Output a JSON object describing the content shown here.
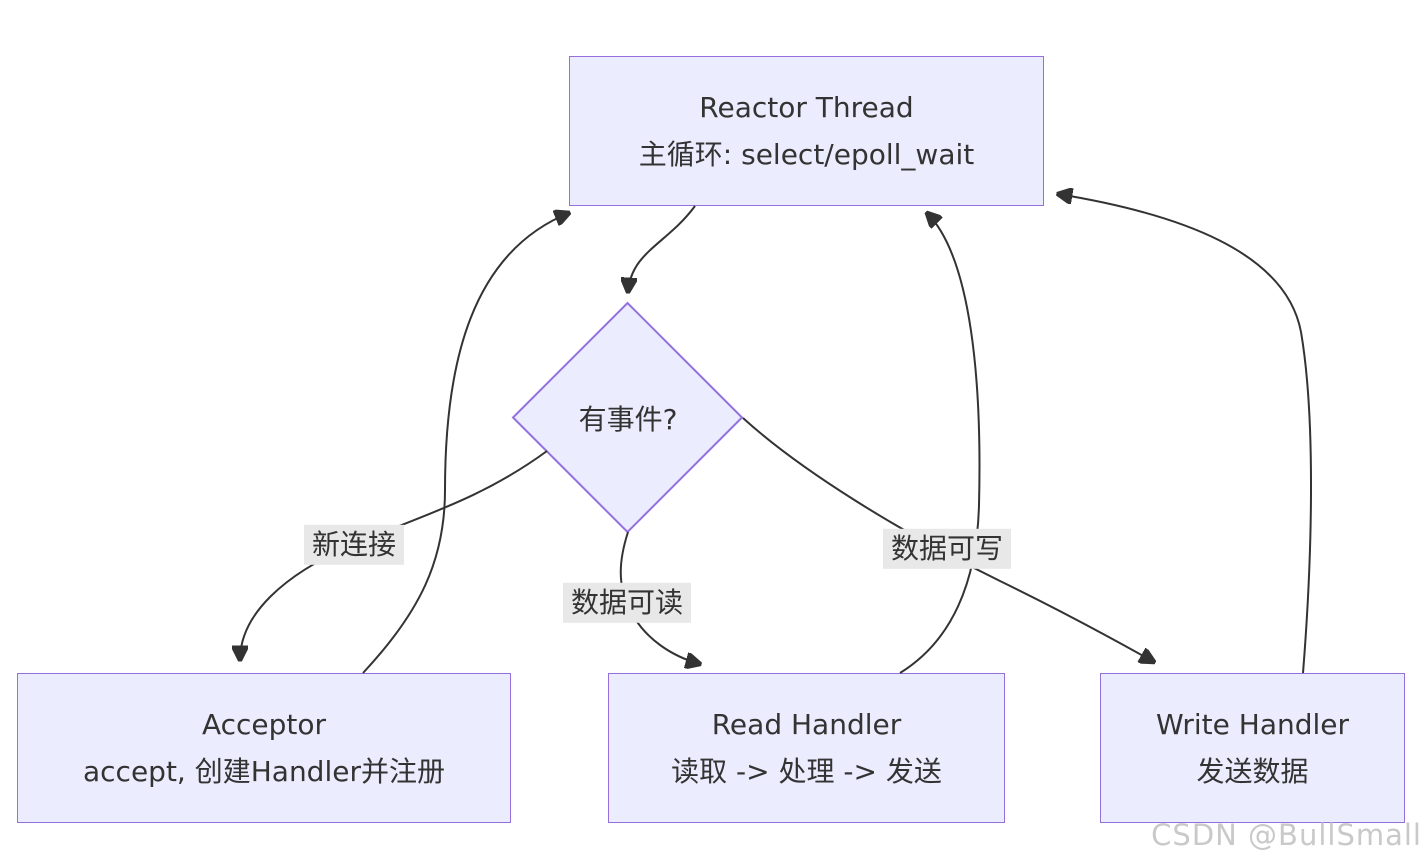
{
  "diagram": {
    "nodes": {
      "reactor": {
        "line1": "Reactor Thread",
        "line2": "主循环: select/epoll_wait"
      },
      "decision": {
        "label": "有事件?"
      },
      "acceptor": {
        "line1": "Acceptor",
        "line2": "accept, 创建Handler并注册"
      },
      "read_handler": {
        "line1": "Read Handler",
        "line2": "读取 -> 处理 -> 发送"
      },
      "write_handler": {
        "line1": "Write Handler",
        "line2": "发送数据"
      }
    },
    "edges": [
      {
        "from": "reactor",
        "to": "decision",
        "label": ""
      },
      {
        "from": "decision",
        "to": "acceptor",
        "label": "新连接"
      },
      {
        "from": "decision",
        "to": "read_handler",
        "label": "数据可读"
      },
      {
        "from": "decision",
        "to": "write_handler",
        "label": "数据可写"
      },
      {
        "from": "acceptor",
        "to": "reactor",
        "label": ""
      },
      {
        "from": "read_handler",
        "to": "reactor",
        "label": ""
      },
      {
        "from": "write_handler",
        "to": "reactor",
        "label": ""
      }
    ],
    "colors": {
      "node_fill": "#ECECFF",
      "node_border": "#9370DB",
      "edge": "#333333",
      "edge_label_bg": "#e8e8e8",
      "text": "#333333",
      "watermark": "#c9c9c9"
    }
  },
  "watermark": "CSDN @BullSmall"
}
